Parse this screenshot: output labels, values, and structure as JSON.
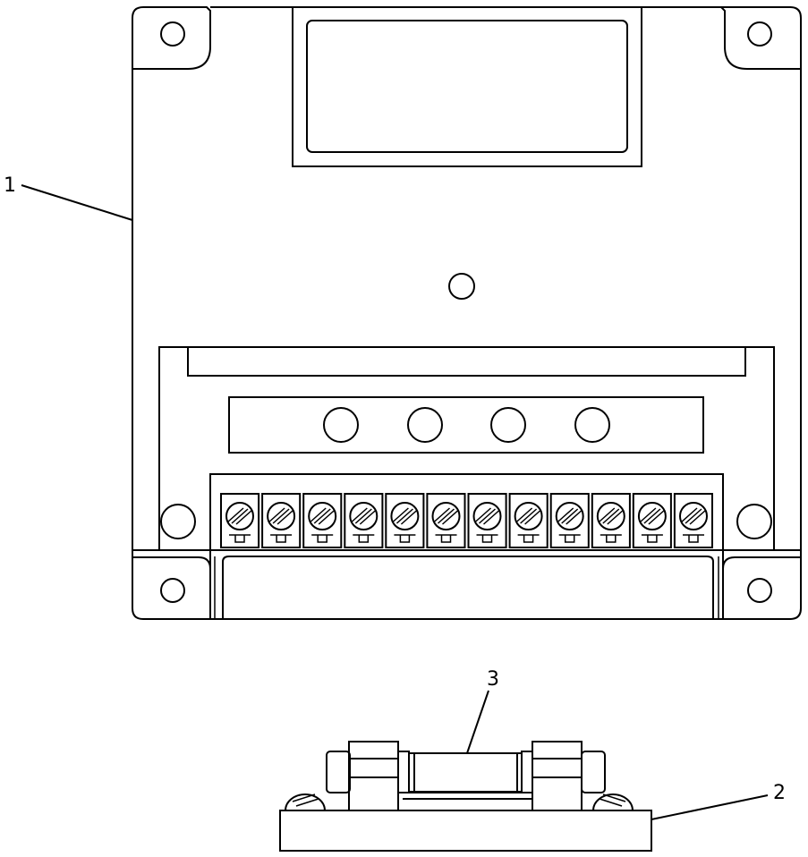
{
  "callouts": {
    "c1": "1",
    "c2": "2",
    "c3": "3"
  },
  "terminal_block": {
    "terminal_count": 12
  },
  "led_panel": {
    "indicator_count": 4
  },
  "colors": {
    "line": "#000000",
    "background": "#ffffff"
  }
}
